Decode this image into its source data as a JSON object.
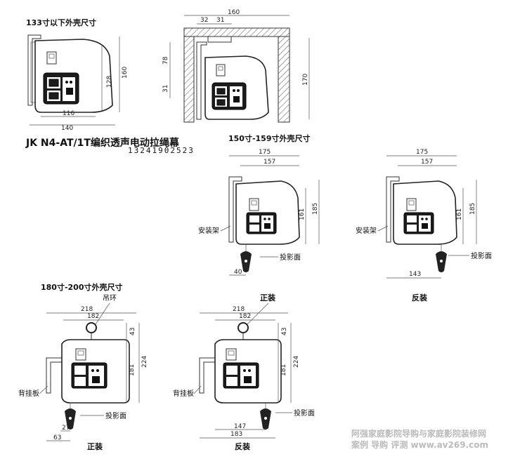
{
  "section_labels": {
    "small": "133寸以下外壳尺寸",
    "medium": "150寸-159寸外壳尺寸",
    "large": "180寸-200寸外壳尺寸"
  },
  "product_title": "JK N4-AT/1T编织透声电动拉绳幕",
  "phone": "13241902523",
  "small_view": {
    "width_inner": "116",
    "width_outer": "140",
    "height_inner": "128",
    "height_outer": "160"
  },
  "wall_view": {
    "top": "160",
    "a": "32",
    "b": "31",
    "left_upper": "78",
    "left_lower": "31",
    "right": "170"
  },
  "medium_front": {
    "w1": "175",
    "w2": "157",
    "h1": "161",
    "h2": "185",
    "bottom": "40",
    "bracket": "安装架",
    "screen": "投影面"
  },
  "medium_reverse": {
    "w1": "175",
    "w2": "157",
    "h1": "161",
    "h2": "185",
    "bottom": "143",
    "bracket": "安装架",
    "screen": "投影面",
    "caption": "反装"
  },
  "large_front": {
    "w1": "218",
    "w2": "182",
    "ring": "吊环",
    "h_ring": "43",
    "h1": "181",
    "h2": "224",
    "bottom1": "27",
    "bottom2": "63",
    "backplate": "背挂板",
    "screen": "投影面",
    "caption": "正装"
  },
  "large_reverse": {
    "top_caption": "正装",
    "w1": "218",
    "w2": "182",
    "h_ring": "43",
    "h1": "181",
    "h2": "224",
    "bottom1": "147",
    "bottom2": "183",
    "backplate": "背挂板",
    "screen": "投影面",
    "caption": "反装"
  },
  "watermark": {
    "line1": "阿强家庭影院导购与家庭影院装修网",
    "line2": "案例  导购  评测  www.av269.com"
  }
}
